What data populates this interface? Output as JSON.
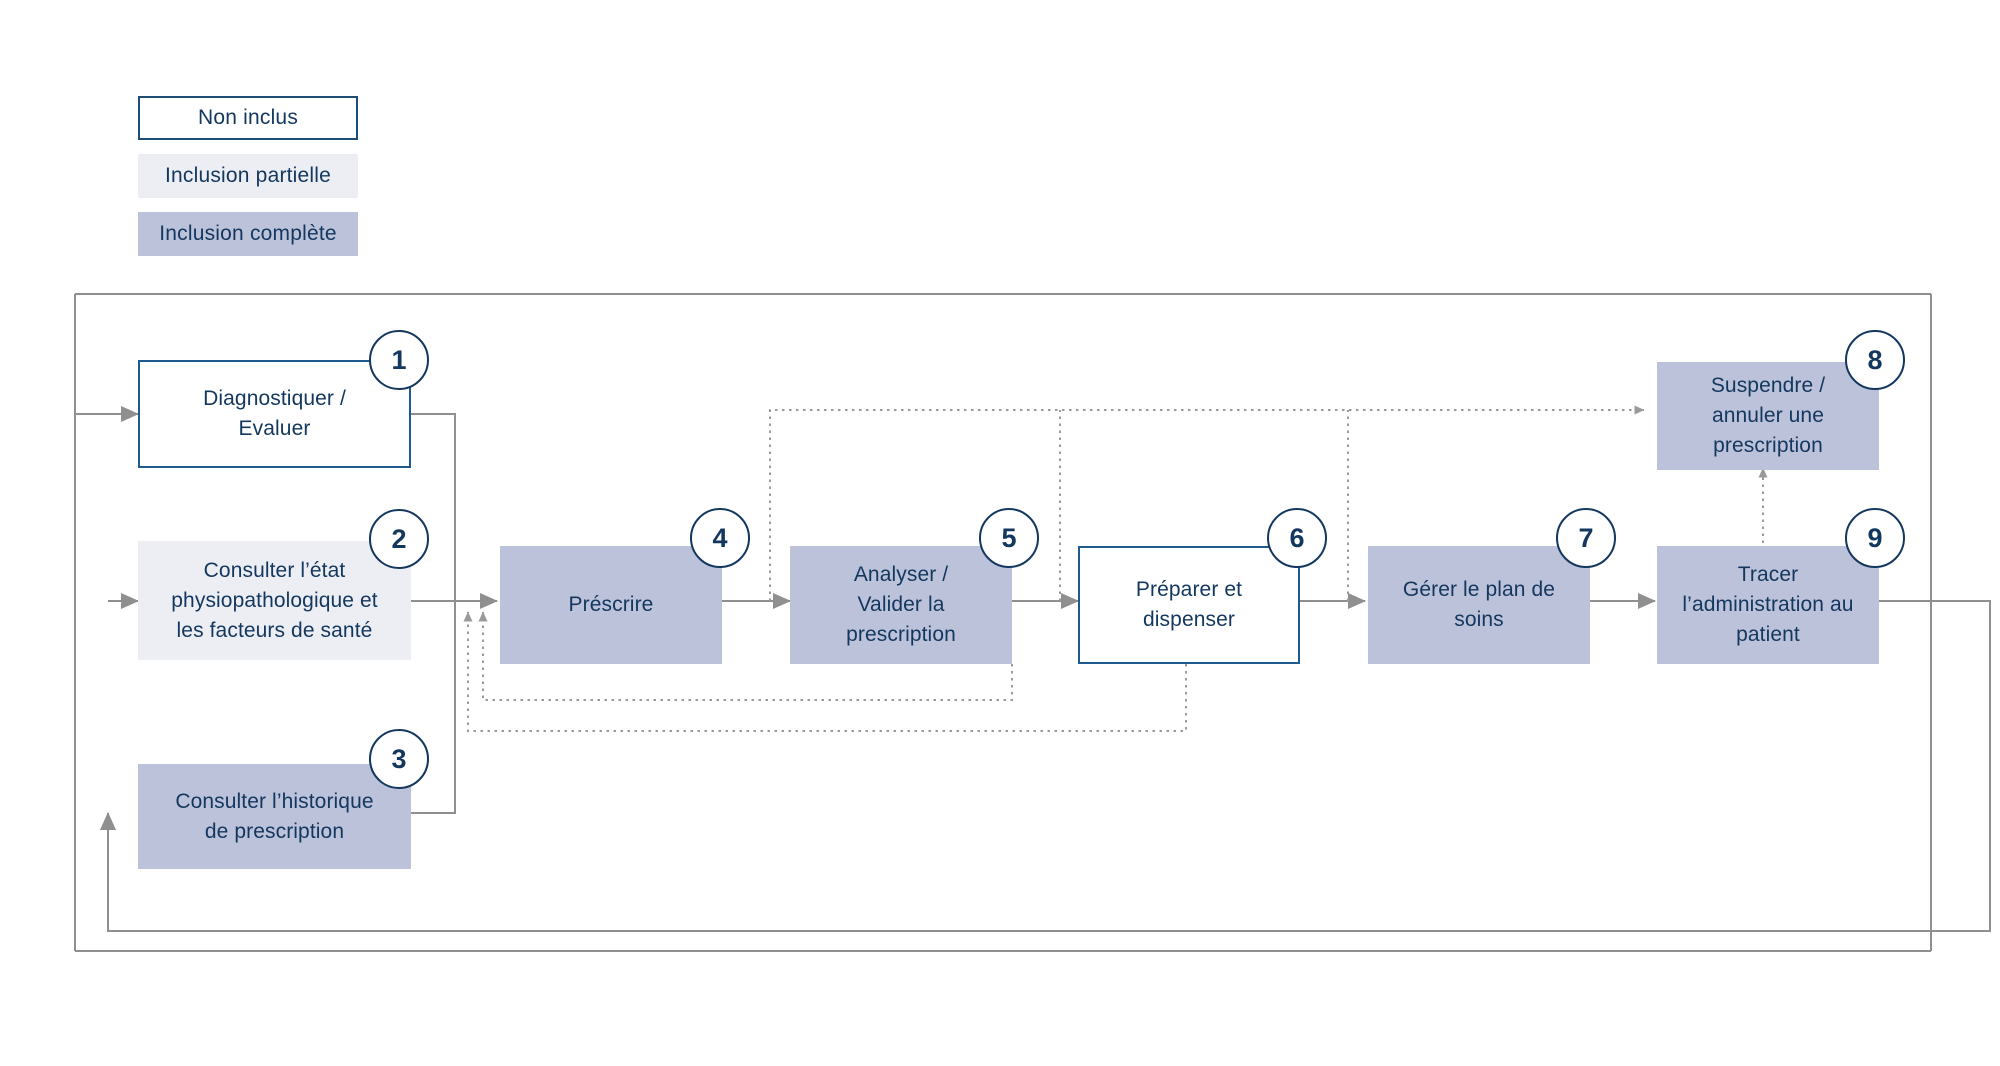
{
  "legend": {
    "items": [
      {
        "label": "Non inclus",
        "style": "fill-none"
      },
      {
        "label": "Inclusion partielle",
        "style": "fill-partial"
      },
      {
        "label": "Inclusion complète",
        "style": "fill-full"
      }
    ]
  },
  "colors": {
    "text_blue": "#13375e",
    "border_blue": "#1d5b8e",
    "partial_fill": "#eceef4",
    "full_fill": "#bcc2da",
    "connector_gray": "#8f8f8f",
    "frame_gray": "#8f8f8f"
  },
  "nodes": [
    {
      "number": "1",
      "label": "Diagnostiquer /\nEvaluer",
      "inclusion": "Non inclus"
    },
    {
      "number": "2",
      "label": "Consulter l’état\nphysiopathologique et\nles facteurs de santé",
      "inclusion": "Inclusion partielle"
    },
    {
      "number": "3",
      "label": "Consulter l’historique\nde prescription",
      "inclusion": "Inclusion complète"
    },
    {
      "number": "4",
      "label": "Préscrire",
      "inclusion": "Inclusion complète"
    },
    {
      "number": "5",
      "label": "Analyser /\nValider la\nprescription",
      "inclusion": "Inclusion complète"
    },
    {
      "number": "6",
      "label": "Préparer et\ndispenser",
      "inclusion": "Non inclus"
    },
    {
      "number": "7",
      "label": "Gérer le plan de\nsoins",
      "inclusion": "Inclusion complète"
    },
    {
      "number": "8",
      "label": "Suspendre /\nannuler une\nprescription",
      "inclusion": "Inclusion complète"
    },
    {
      "number": "9",
      "label": "Tracer\nl’administration au\npatient",
      "inclusion": "Inclusion complète"
    }
  ],
  "flow": {
    "solid_sequence": [
      "4",
      "5",
      "6",
      "7",
      "9"
    ],
    "dotted_targets": [
      "8"
    ],
    "feedback_to": [
      "1",
      "2",
      "3",
      "4"
    ]
  }
}
